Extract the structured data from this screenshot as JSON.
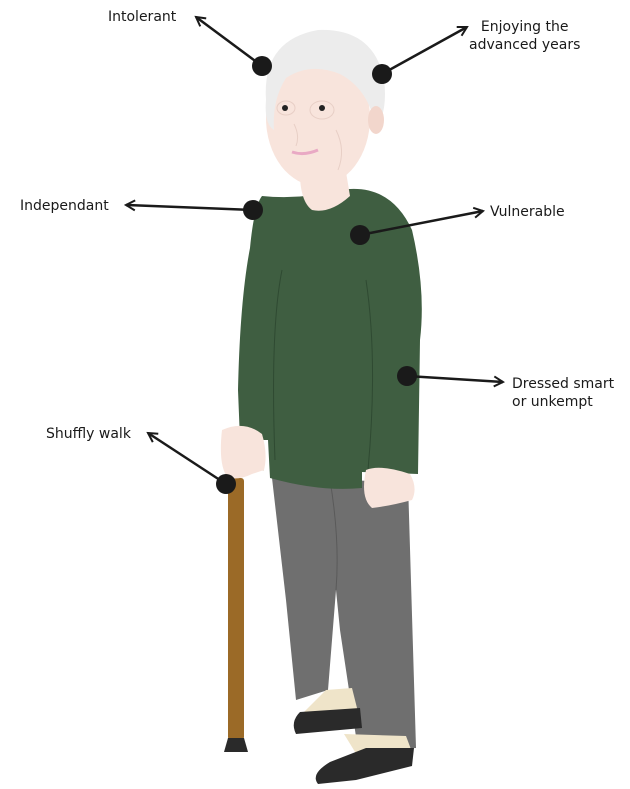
{
  "annotations": [
    {
      "id": "intolerant",
      "text": "Intolerant"
    },
    {
      "id": "enjoying",
      "text": "Enjoying the\nadvanced years"
    },
    {
      "id": "independant",
      "text": "Independant"
    },
    {
      "id": "vulnerable",
      "text": "Vulnerable"
    },
    {
      "id": "dressed",
      "text": "Dressed smart\nor unkempt"
    },
    {
      "id": "shuffly",
      "text": "Shuffly walk"
    }
  ],
  "colors": {
    "sweater": "#3f5e41",
    "trousers": "#6f6f6f",
    "skin": "#f8e4dc",
    "hair": "#ececec",
    "cane": "#9b6a27",
    "shoes": "#2a2a2a",
    "socks": "#efe4c9",
    "marker": "#1a1a1a"
  }
}
